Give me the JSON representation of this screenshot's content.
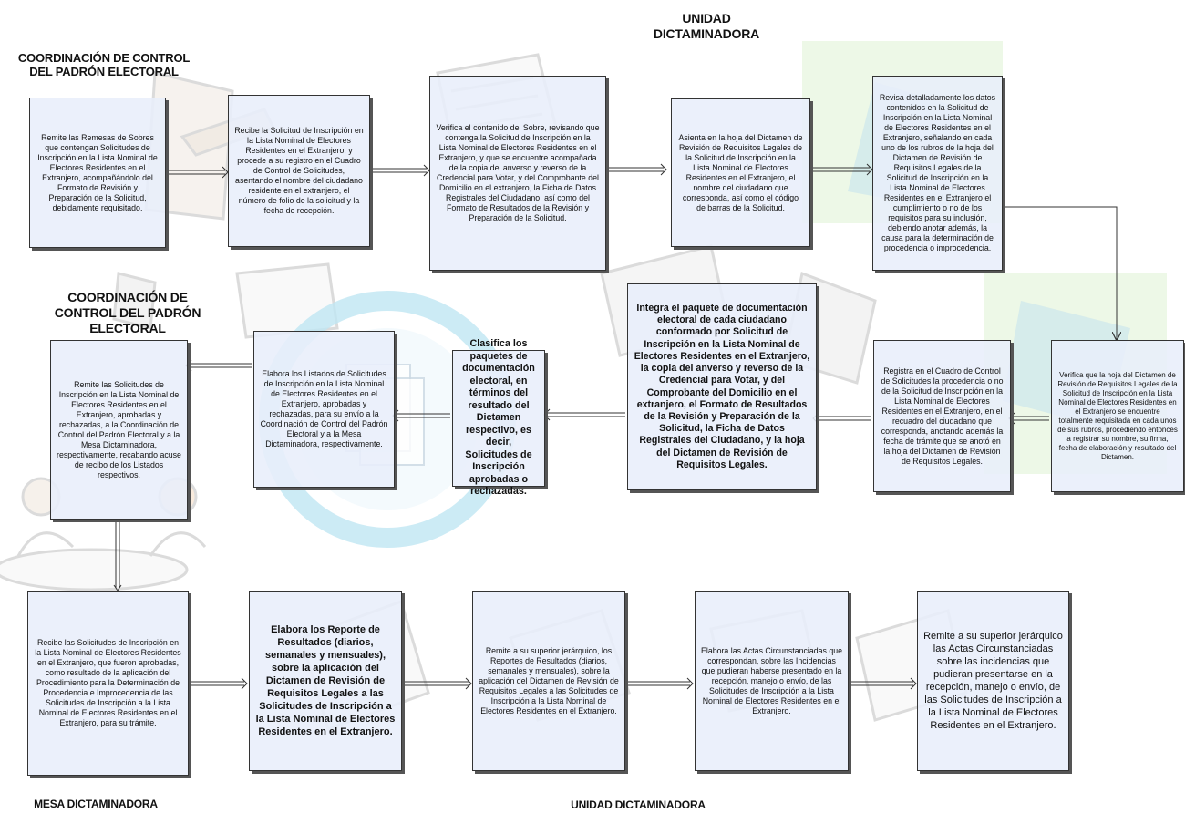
{
  "headers": {
    "coord_top": "COORDINACIÓN DE CONTROL\nDEL PADRÓN ELECTORAL",
    "unidad_top": "UNIDAD\nDICTAMINADORA",
    "coord_mid": "COORDINACIÓN DE\nCONTROL DEL PADRÓN\nELECTORAL",
    "mesa_bottom": "MESA DICTAMINADORA",
    "unidad_bottom": "UNIDAD DICTAMINADORA"
  },
  "steps": {
    "s1": "Remite las Remesas de Sobres que contengan Solicitudes de Inscripción en la Lista Nominal de Electores Residentes en el Extranjero, acompañándolo del Formato de Revisión y Preparación de la Solicitud, debidamente requisitado.",
    "s2": "Recibe la Solicitud de Inscripción en la Lista Nominal de Electores Residentes en el Extranjero, y procede a su registro en el Cuadro de Control de Solicitudes, asentando el nombre del ciudadano residente en el extranjero, el número de folio de la solicitud y la fecha de recepción.",
    "s3": "Verifica el contenido del Sobre, revisando que contenga la Solicitud de Inscripción en la Lista Nominal de Electores Residentes en el Extranjero, y que se encuentre acompañada de la copia del anverso y reverso de la Credencial para Votar, y del Comprobante del Domicilio en el extranjero, la Ficha de Datos Registrales del Ciudadano, así como del Formato de Resultados de la Revisión y Preparación de la Solicitud.",
    "s4": "Asienta en la hoja del Dictamen de Revisión de Requisitos Legales de la Solicitud de Inscripción en la Lista Nominal de Electores Residentes en el Extranjero, el nombre del ciudadano que corresponda, así como el código de barras de la Solicitud.",
    "s5": "Revisa detalladamente los datos contenidos en la Solicitud de Inscripción en la Lista Nominal de Electores Residentes en el Extranjero, señalando en cada uno de los rubros de la hoja del Dictamen de Revisión de Requisitos Legales de la Solicitud de Inscripción en la Lista Nominal de Electores Residentes en el Extranjero el cumplimiento o no de los requisitos para su inclusión, debiendo anotar además, la causa para la determinación de procedencia o improcedencia.",
    "s6": "Verifica que la hoja del Dictamen de Revisión de Requisitos Legales de la Solicitud de Inscripción en la Lista Nominal de Electores Residentes en el Extranjero se encuentre totalmente requisitada en cada unos de sus rubros, procediendo entonces a registrar su nombre, su firma, fecha de elaboración y resultado del Dictamen.",
    "s7": "Registra en el Cuadro de Control de Solicitudes la procedencia o no de la Solicitud de Inscripción en la Lista Nominal de Electores Residentes en el Extranjero, en el recuadro del ciudadano que corresponda, anotando además la fecha de trámite que se anotó en la hoja del Dictamen de Revisión de Requisitos Legales.",
    "s8": "Integra el paquete de documentación electoral de cada ciudadano conformado por Solicitud de Inscripción en la Lista Nominal de Electores Residentes en el Extranjero, la copia del anverso y reverso de la Credencial para Votar, y del Comprobante del Domicilio en el extranjero, el Formato de Resultados de la Revisión y Preparación de la Solicitud, la Ficha de Datos Registrales del Ciudadano, y la hoja del Dictamen de Revisión de Requisitos Legales.",
    "s9": "Clasifica los paquetes de documentación electoral, en términos del resultado del Dictamen respectivo, es decir, Solicitudes de Inscripción aprobadas o rechazadas.",
    "s10": "Elabora los Listados de Solicitudes de Inscripción en la Lista Nominal de Electores Residentes en el Extranjero, aprobadas y rechazadas, para su envío a la Coordinación de Control del Padrón Electoral y a la Mesa Dictaminadora, respectivamente.",
    "s11": "Remite las Solicitudes de Inscripción en la Lista Nominal de Electores Residentes en el Extranjero, aprobadas y rechazadas, a la Coordinación de Control del Padrón Electoral y a la Mesa Dictaminadora, respectivamente, recabando acuse de recibo de los Listados respectivos.",
    "s12": "Recibe las Solicitudes de Inscripción en la Lista Nominal de Electores Residentes en el Extranjero, que fueron aprobadas, como resultado de la aplicación del Procedimiento para la Determinación de Procedencia e Improcedencia de las Solicitudes de Inscripción a la Lista Nominal de Electores Residentes en el Extranjero, para su trámite.",
    "s13": "Elabora los Reporte de Resultados (diarios, semanales y mensuales), sobre la aplicación del Dictamen de Revisión de Requisitos Legales a las Solicitudes de Inscripción a la Lista Nominal de Electores Residentes en el Extranjero.",
    "s14": "Remite a su superior jerárquico, los Reportes de Resultados (diarios, semanales y mensuales), sobre la aplicación del Dictamen de Revisión de Requisitos Legales a las Solicitudes de Inscripción a la Lista Nominal de Electores Residentes en el Extranjero.",
    "s15": "Elabora las Actas Circunstanciadas que correspondan, sobre las Incidencias que pudieran haberse presentado en la recepción, manejo o envío, de las Solicitudes de Inscripción a la Lista Nominal de Electores Residentes en el Extranjero.",
    "s16": "Remite a su superior jerárquico las Actas Circunstanciadas sobre las incidencias que pudieran presentarse en la recepción, manejo o envío, de las Solicitudes de Inscripción a la Lista Nominal de Electores Residentes en el Extranjero."
  }
}
